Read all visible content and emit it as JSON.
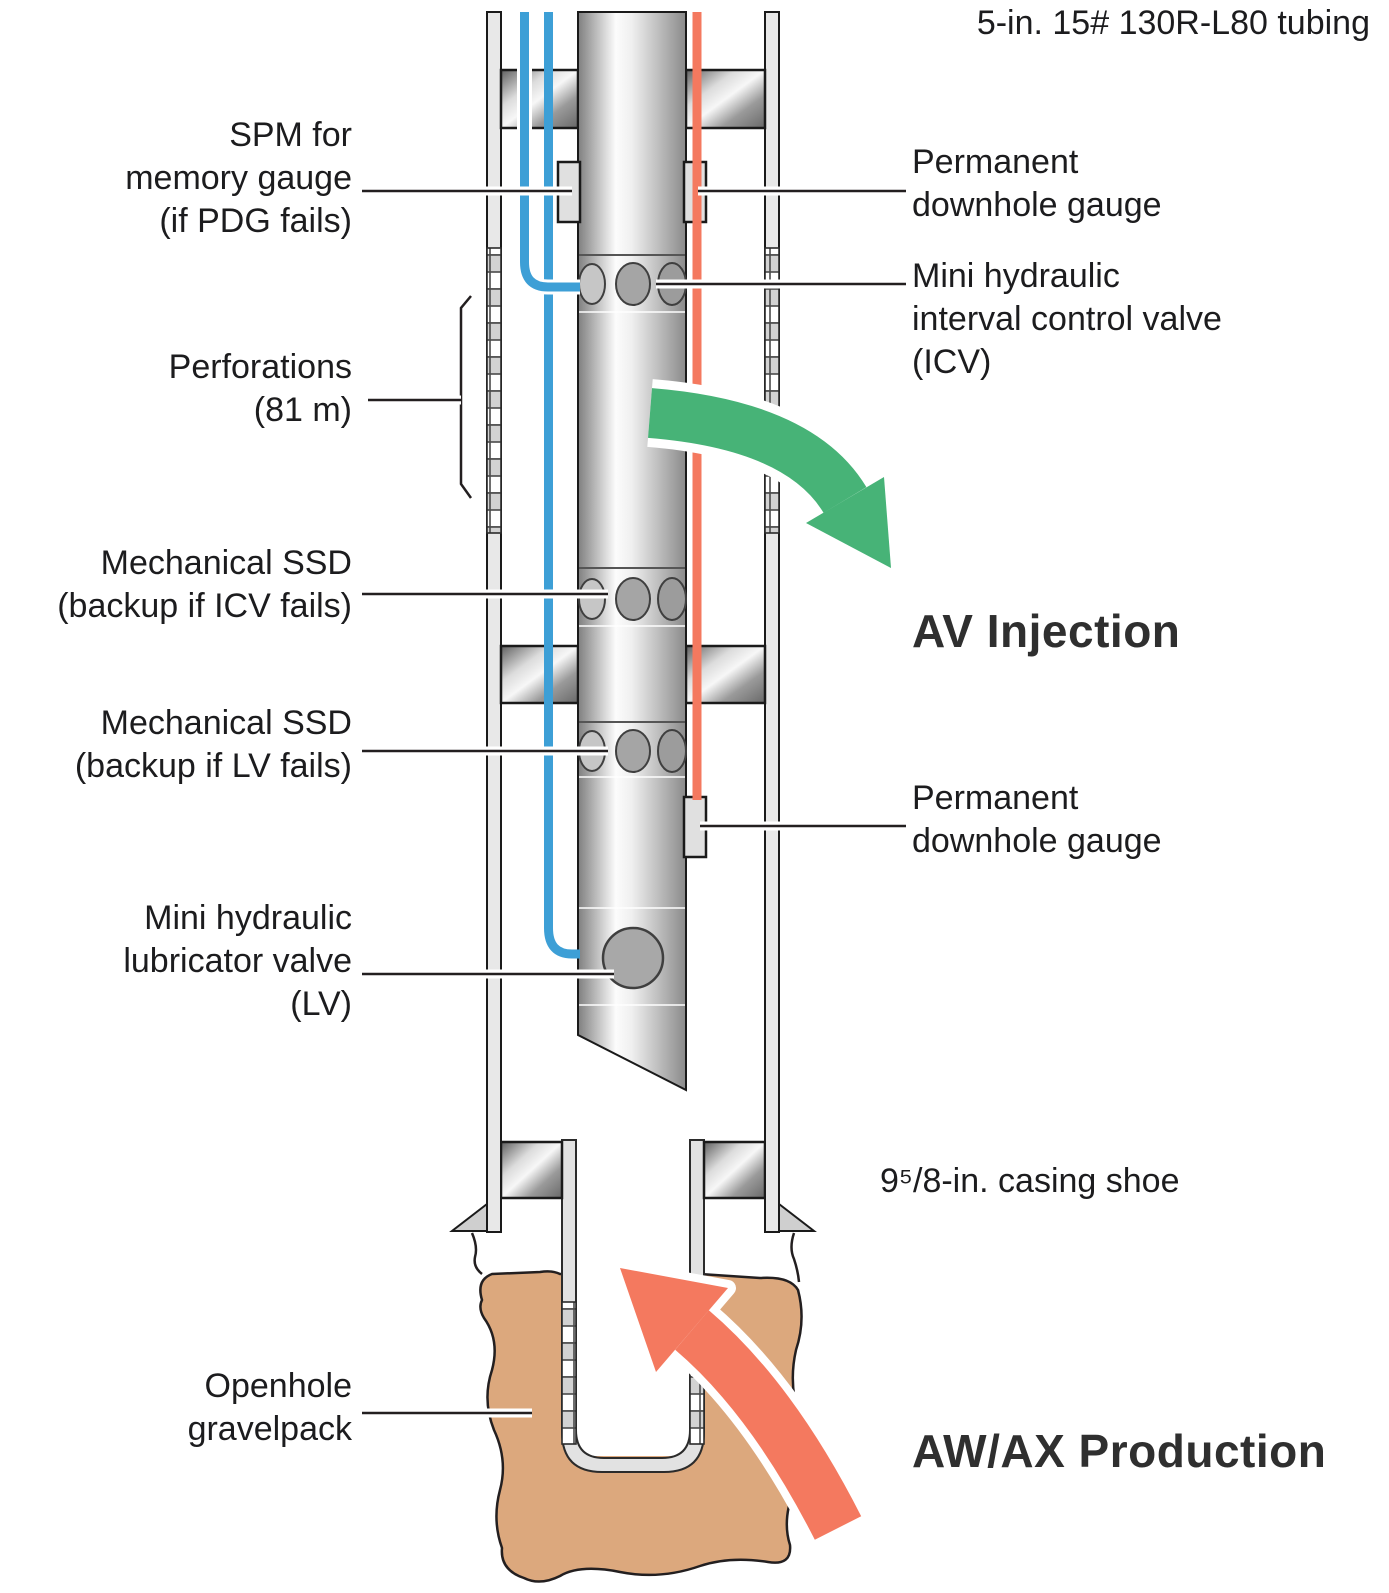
{
  "title": {
    "tubing_spec": "5-in. 15# 130R-L80 tubing"
  },
  "labels_left": {
    "spm": {
      "lines": [
        "SPM for",
        "memory gauge",
        "(if PDG fails)"
      ]
    },
    "perforations": {
      "lines": [
        "Perforations",
        "(81 m)"
      ]
    },
    "ssd_icv": {
      "lines": [
        "Mechanical SSD",
        "(backup if ICV fails)"
      ]
    },
    "ssd_lv": {
      "lines": [
        "Mechanical SSD",
        "(backup if LV fails)"
      ]
    },
    "lv": {
      "lines": [
        "Mini hydraulic",
        "lubricator valve",
        "(LV)"
      ]
    },
    "openhole": {
      "lines": [
        "Openhole",
        "gravelpack"
      ]
    }
  },
  "labels_right": {
    "pdg_upper": {
      "lines": [
        "Permanent",
        "downhole gauge"
      ]
    },
    "icv": {
      "lines": [
        "Mini hydraulic",
        "interval control valve",
        "(ICV)"
      ]
    },
    "av_injection": "AV Injection",
    "pdg_lower": {
      "lines": [
        "Permanent",
        "downhole gauge"
      ]
    },
    "casing_shoe": "9⁵/8-in. casing shoe",
    "awax_production": "AW/AX Production"
  },
  "colors": {
    "blue": "#3D9FD6",
    "salmon": "#F4795F",
    "green": "#47B377",
    "tan": "#DCA87D",
    "ink": "#1C1C1E"
  }
}
